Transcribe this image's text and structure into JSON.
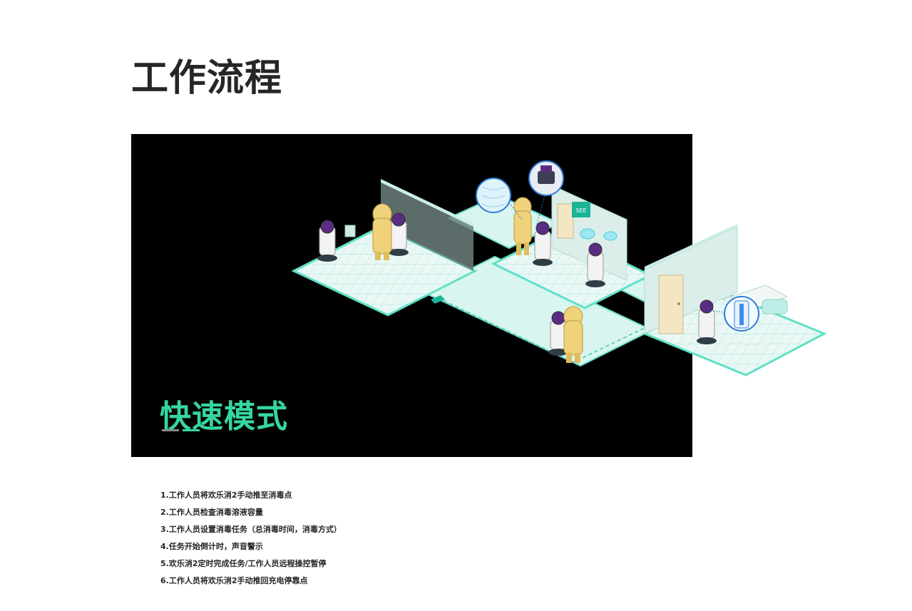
{
  "page": {
    "title": "工作流程"
  },
  "hero": {
    "mode_label": "快速模式",
    "door_sign": "SEE"
  },
  "steps": [
    "1.工作人员将欢乐消2手动推至消毒点",
    "2.工作人员检查消毒溶液容量",
    "3.工作人员设置消毒任务（总消毒时间，消毒方式）",
    "4.任务开始倒计时，声音警示",
    "5.欢乐消2定时完成任务/工作人员远程操控暂停",
    "6.工作人员将欢乐消2手动推回充电停靠点"
  ],
  "colors": {
    "accent": "#36d6a0",
    "floor": "#e8f7f4",
    "floor_edge": "#5fe0c8",
    "suit": "#f0d27a",
    "robot_head": "#5a2d82"
  },
  "icons": [
    "robot-icon",
    "worker-icon",
    "magnifier-callout-icon",
    "door-icon",
    "bed-icon",
    "uv-lamp-icon",
    "mist-icon"
  ]
}
